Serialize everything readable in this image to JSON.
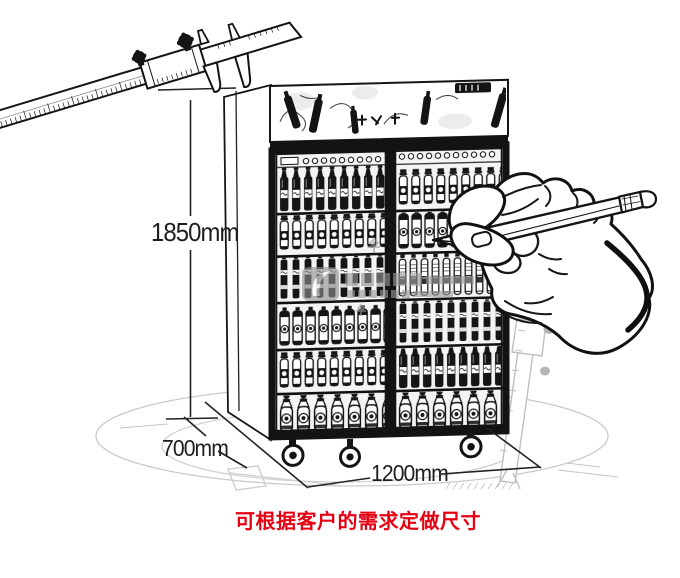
{
  "illustration": {
    "dimensions": {
      "height": "1850mm",
      "depth": "700mm",
      "width": "1200mm"
    },
    "caption": {
      "text": "可根据客户的需求定做尺寸",
      "color": "#e60012"
    },
    "palette": {
      "line_black": "#161616",
      "faint_sketch_gray": "#c6c6c6",
      "watermark_gray": "#979797",
      "background": "#ffffff"
    },
    "elements": [
      "vernier-caliper-illustration",
      "beverage-display-cooler-illustration",
      "hand-with-pencil-illustration",
      "ground-ellipse-sketch",
      "watermark-logo"
    ]
  }
}
